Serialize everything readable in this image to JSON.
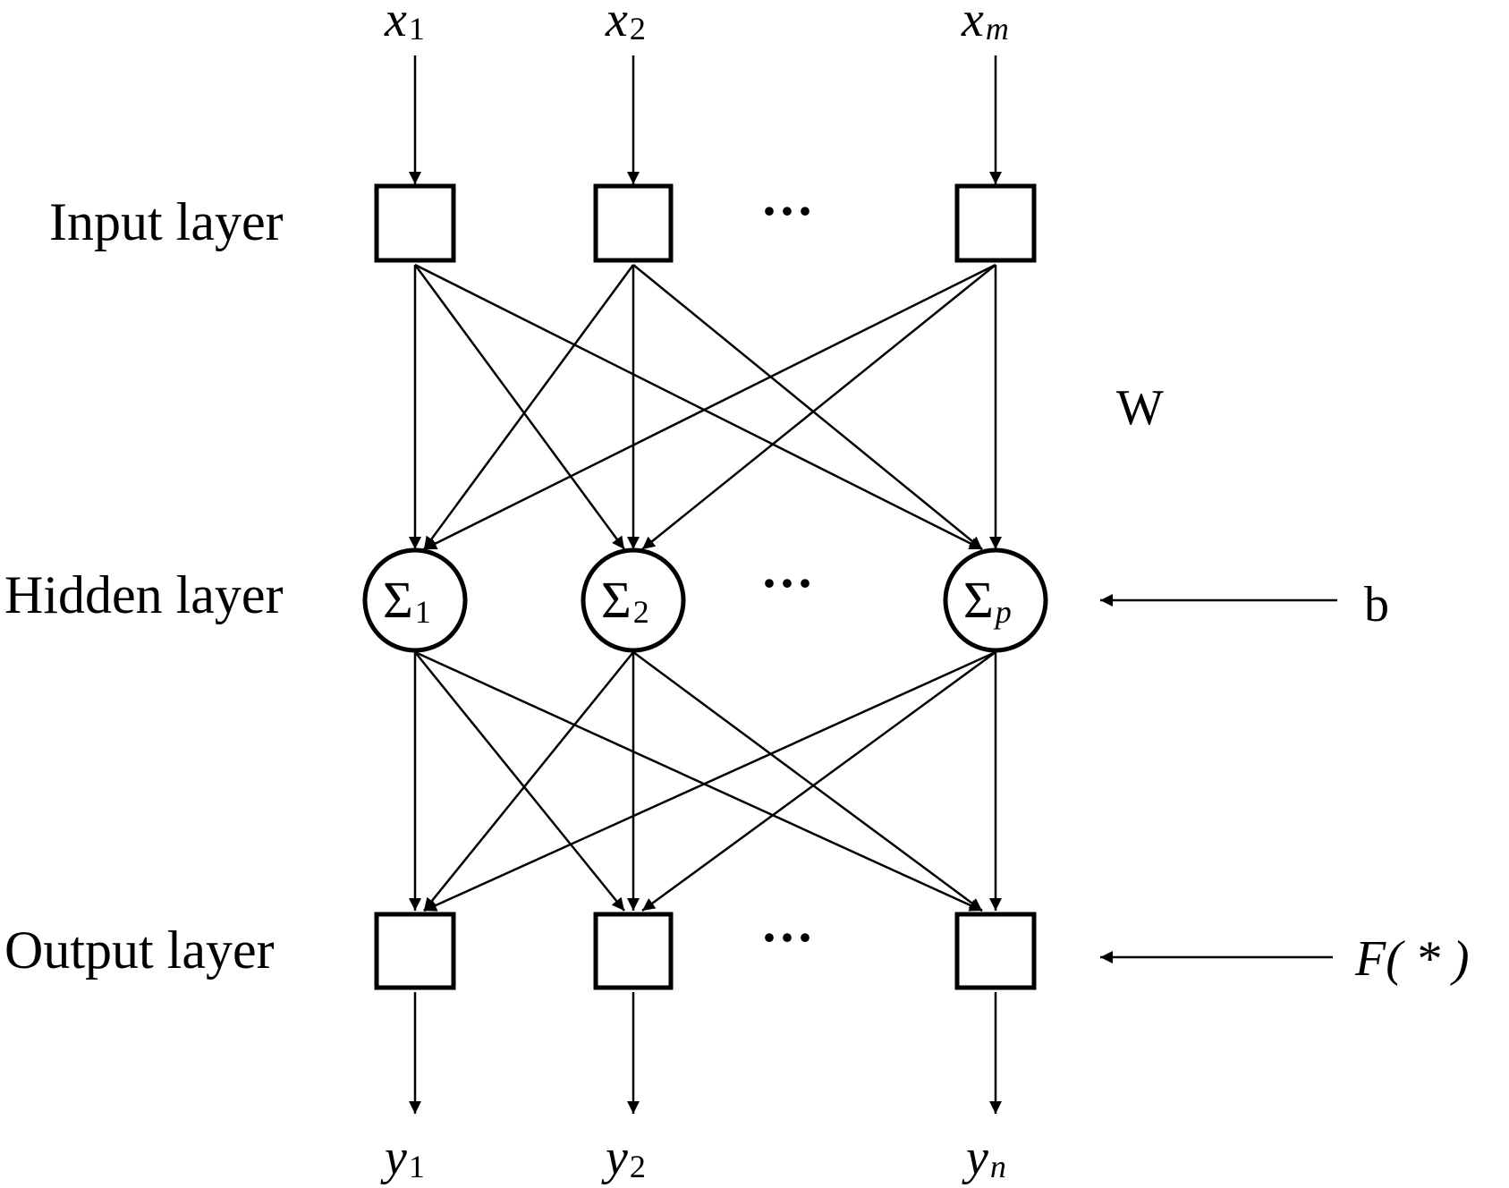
{
  "layers": {
    "input_label": "Input layer",
    "hidden_label": "Hidden layer",
    "output_label": "Output layer"
  },
  "inputs": [
    {
      "base": "x",
      "sub": "1"
    },
    {
      "base": "x",
      "sub": "2"
    },
    {
      "base": "x",
      "sub": "m"
    }
  ],
  "hidden": [
    {
      "sigma": "Σ",
      "sub": "1"
    },
    {
      "sigma": "Σ",
      "sub": "2"
    },
    {
      "sigma": "Σ",
      "sub": "p"
    }
  ],
  "outputs": [
    {
      "base": "y",
      "sub": "1"
    },
    {
      "base": "y",
      "sub": "2"
    },
    {
      "base": "y",
      "sub": "n"
    }
  ],
  "ellipsis": "···",
  "params": {
    "weights": "W",
    "bias": "b",
    "activation": "F( * )"
  }
}
